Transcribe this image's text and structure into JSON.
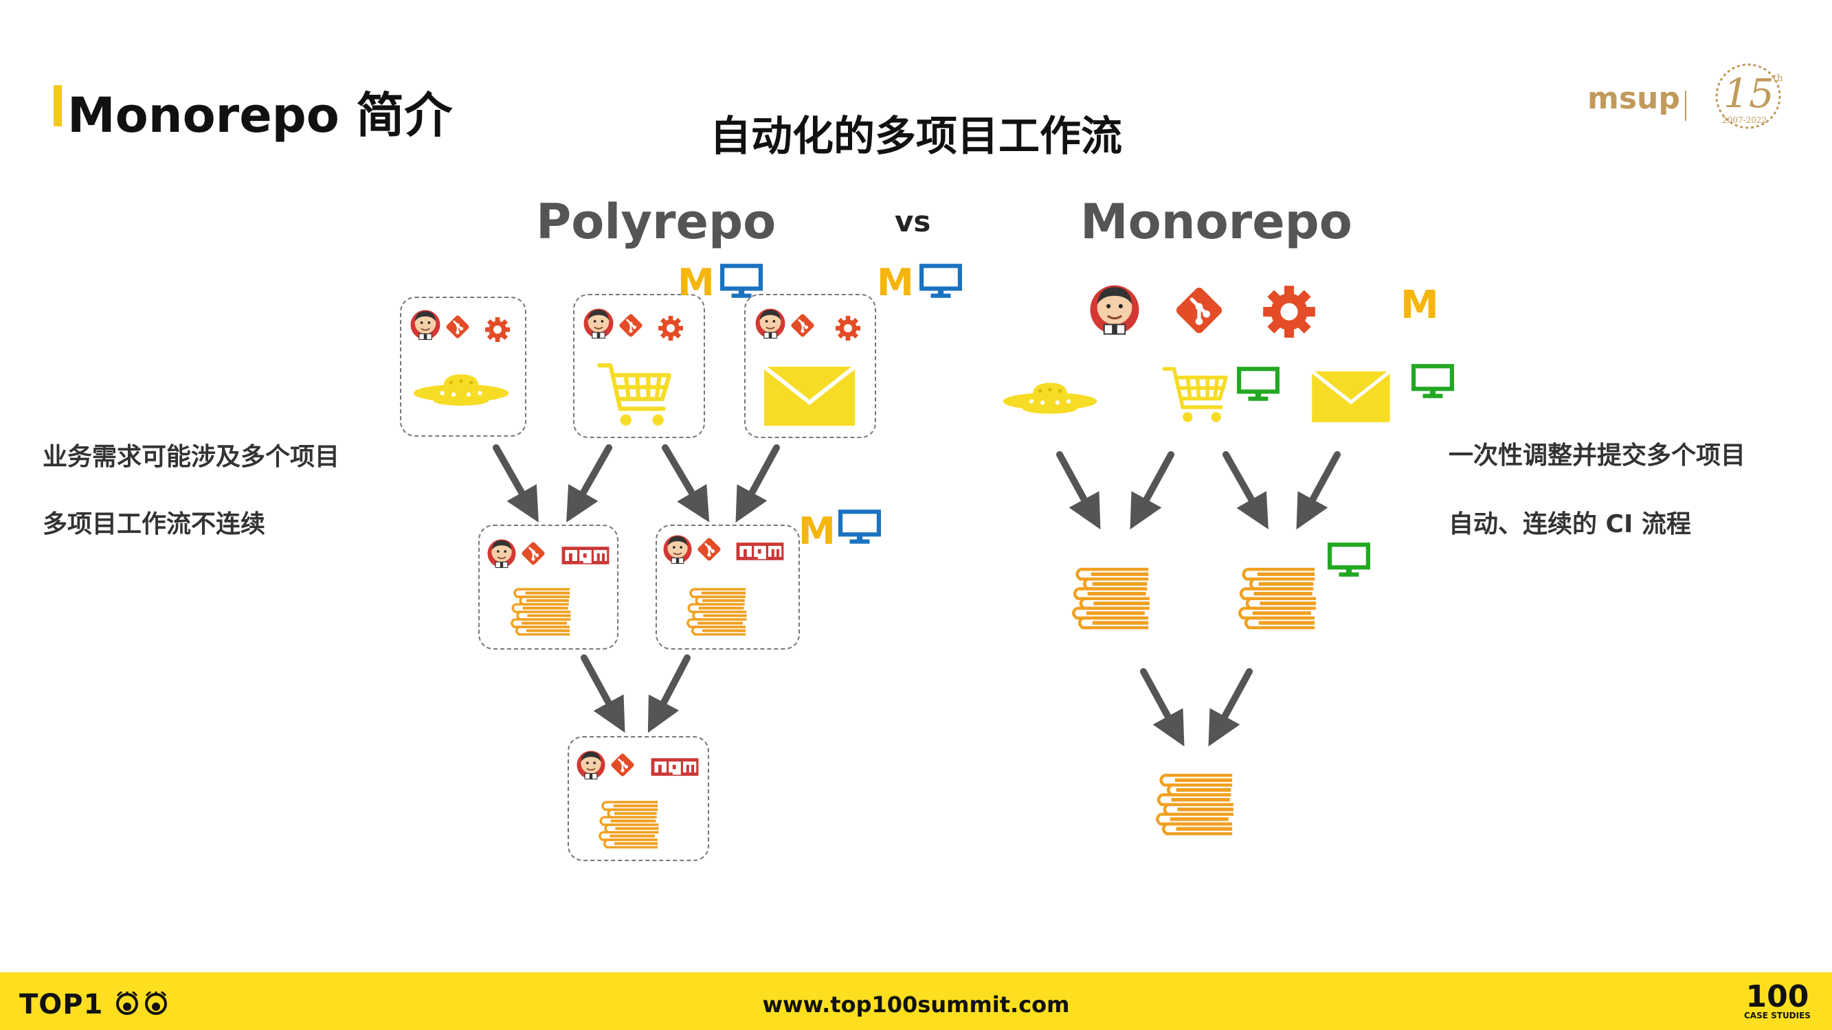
{
  "page_title": "Monorepo 简介",
  "subtitle": "自动化的多项目工作流",
  "polyrepo_heading": "Polyrepo",
  "vs_label": "vs",
  "monorepo_heading": "Monorepo",
  "left_notes": [
    "业务需求可能涉及多个项目",
    "多项目工作流不连续"
  ],
  "right_notes": [
    "一次性调整并提交多个项目",
    "自动、连续的 CI 流程"
  ],
  "icon_labels": {
    "m_badge": "M",
    "npm": "npm"
  },
  "footer": {
    "url": "www.top100summit.com",
    "top100_logo": "TOP1",
    "case_studies_big": "100",
    "case_studies_small": "CASE STUDIES"
  },
  "brand": {
    "msup": "msup",
    "fifteen": "15",
    "fifteen_sup": "th",
    "years": "2007-2022"
  },
  "colors": {
    "accent_yellow": "#f2c81a",
    "footer_yellow": "#fddf1f",
    "git_red": "#e34c26",
    "monitor_blue": "#1a73c0",
    "monitor_green": "#22a822",
    "book_orange": "#f0a020",
    "m_orange": "#f5b50a",
    "arrow_gray": "#555555"
  }
}
